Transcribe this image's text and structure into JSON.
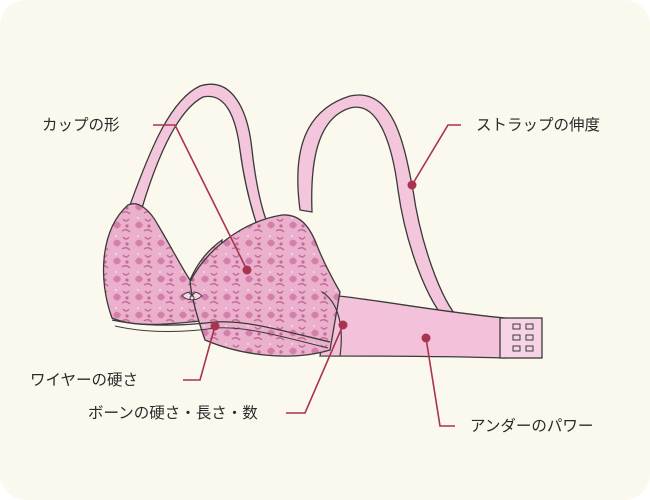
{
  "labels": {
    "cup_shape": "カップの形",
    "strap_stretch": "ストラップの伸度",
    "wire_hardness": "ワイヤーの硬さ",
    "bone_spec": "ボーンの硬さ・長さ・数",
    "band_power": "アンダーのパワー"
  },
  "colors": {
    "background": "#fbf8ee",
    "bra_fill": "#f4c6dc",
    "lace": "#d889b2",
    "outline": "#3a3a3a",
    "callout": "#a8344f"
  }
}
